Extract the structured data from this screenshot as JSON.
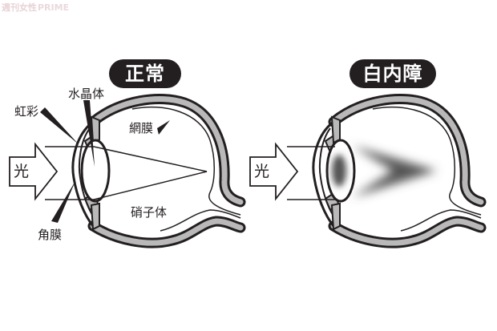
{
  "watermark": {
    "brand": "週刊女性",
    "suffix": "PRIME"
  },
  "panels": [
    {
      "title": "正常",
      "light_label": "光",
      "labels": {
        "lens": "水晶体",
        "iris": "虹彩",
        "retina": "網膜",
        "vitreous": "硝子体",
        "cornea": "角膜"
      }
    },
    {
      "title": "白内障",
      "light_label": "光"
    }
  ],
  "colors": {
    "outline": "#231f20",
    "wall_gray": "#b9b9b9",
    "pill_bg": "#231f20",
    "pill_text": "#ffffff",
    "blur": "#555555"
  }
}
